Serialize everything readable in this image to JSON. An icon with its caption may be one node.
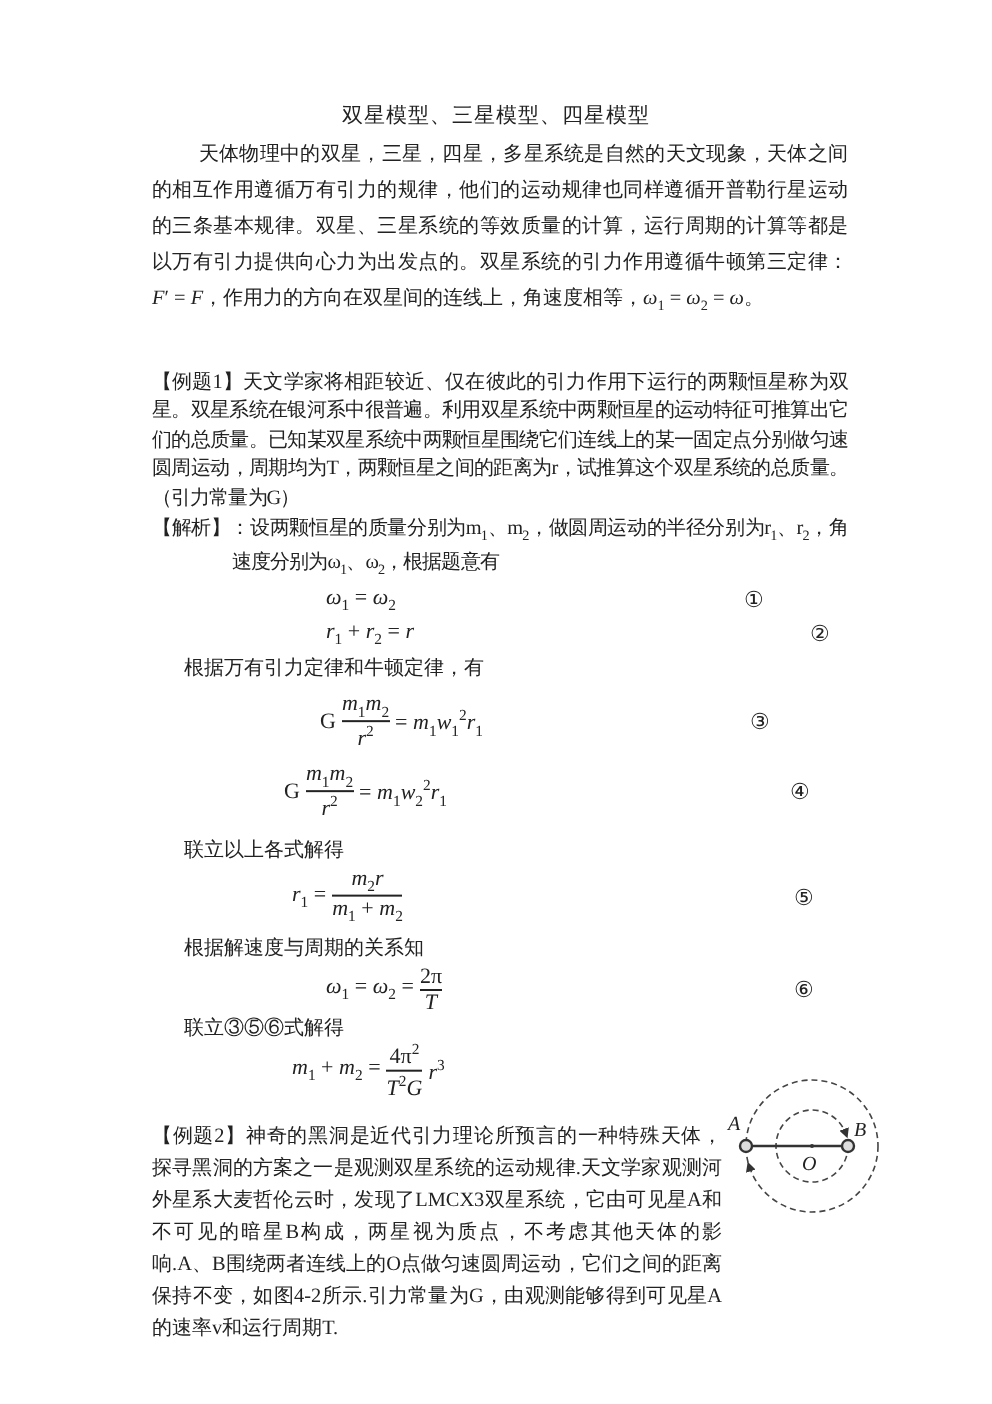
{
  "diagram": {
    "title": "双星模型、三星模型、四星模型",
    "labels": [
      "天体物理中的双星，三星，四星，多星系统是自然的天文现象，天体之间的相互作用遵循万有引力的规律，他们的运动规律也同样遵循开普勒行星运动的三条基本规律。双星、三星系统的等效质量的计算，运行周期的计算等都是以万有引力提供向心力为出发点的。双星系统的引力作用遵循牛顿第三定律：*F*′ = *F*，作用力的方向在双星间的连线上，角速度相等，*ω*$_{1}$ = *ω*$_{2}$ = *ω*。",
      "【例题1】天文学家将相距较近、仅在彼此的引力作用下运行的两颗恒星称为双星。双星系统在银河系中很普遍。利用双星系统中两颗恒星的运动特征可推算出它们的总质量。已知某双星系统中两颗恒星围绕它们连线上的某一固定点分别做匀速圆周运动，周期均为T，两颗恒星之间的距离为r，试推算这个双星系统的总质量。（引力常量为G）",
      "【解析】：设两颗恒星的质量分别为m$_{1}$、m$_{2}$，做圆周运动的半径分别为r$_{1}$、r$_{2}$，角速度分别为ω$_{1}$、ω$_{2}$，根据题意有",
      "*ω*$_{1}$ = *ω*$_{2}$",
      "①",
      "*r*$_{1}$ + *r*$_{2}$ = *r*",
      "②",
      "根据万有引力定律和牛顿定律，有",
      "G",
      "*m*$_{1}$*m*$_{2}$",
      "*r*$^{2}$",
      "= *m*$_{1}$*w*$_{1}$$^{2}$*r*$_{1}$",
      "③",
      "G",
      "*m*$_{1}$*m*$_{2}$",
      "*r*$^{2}$",
      "= *m*$_{1}$*w*$_{2}$$^{2}$*r*$_{1}$",
      "④",
      "联立以上各式解得",
      "*r*$_{1}$ =",
      "*m*$_{2}$*r*",
      "*m*$_{1}$ + *m*$_{2}$",
      "⑤",
      "根据解速度与周期的关系知",
      "*ω*$_{1}$ = *ω*$_{2}$ =",
      "2π",
      "*T*",
      "⑥",
      "联立③⑤⑥式解得",
      "*m*$_{1}$ + *m*$_{2}$ =",
      "4π$^{2}$",
      "*T*$^{2}$*G*",
      "*r*$^{3}$",
      "【例题2】神奇的黑洞是近代引力理论所预言的一种特殊天体，探寻黑洞的方案之一是观测双星系统的运动规律.天文学家观测河外星系大麦哲伦云时，发现了LMCX3双星系统，它由可见星A和不可见的暗星B构成，两星视为质点，不考虑其他天体的影响.A、B围绕两者连线上的O点做匀速圆周运动，它们之间的距离保持不变，如图4-2所示.引力常量为G，由观测能够得到可见星A的速率v和运行周期T.",
      "A",
      "B",
      "O"
    ]
  }
}
